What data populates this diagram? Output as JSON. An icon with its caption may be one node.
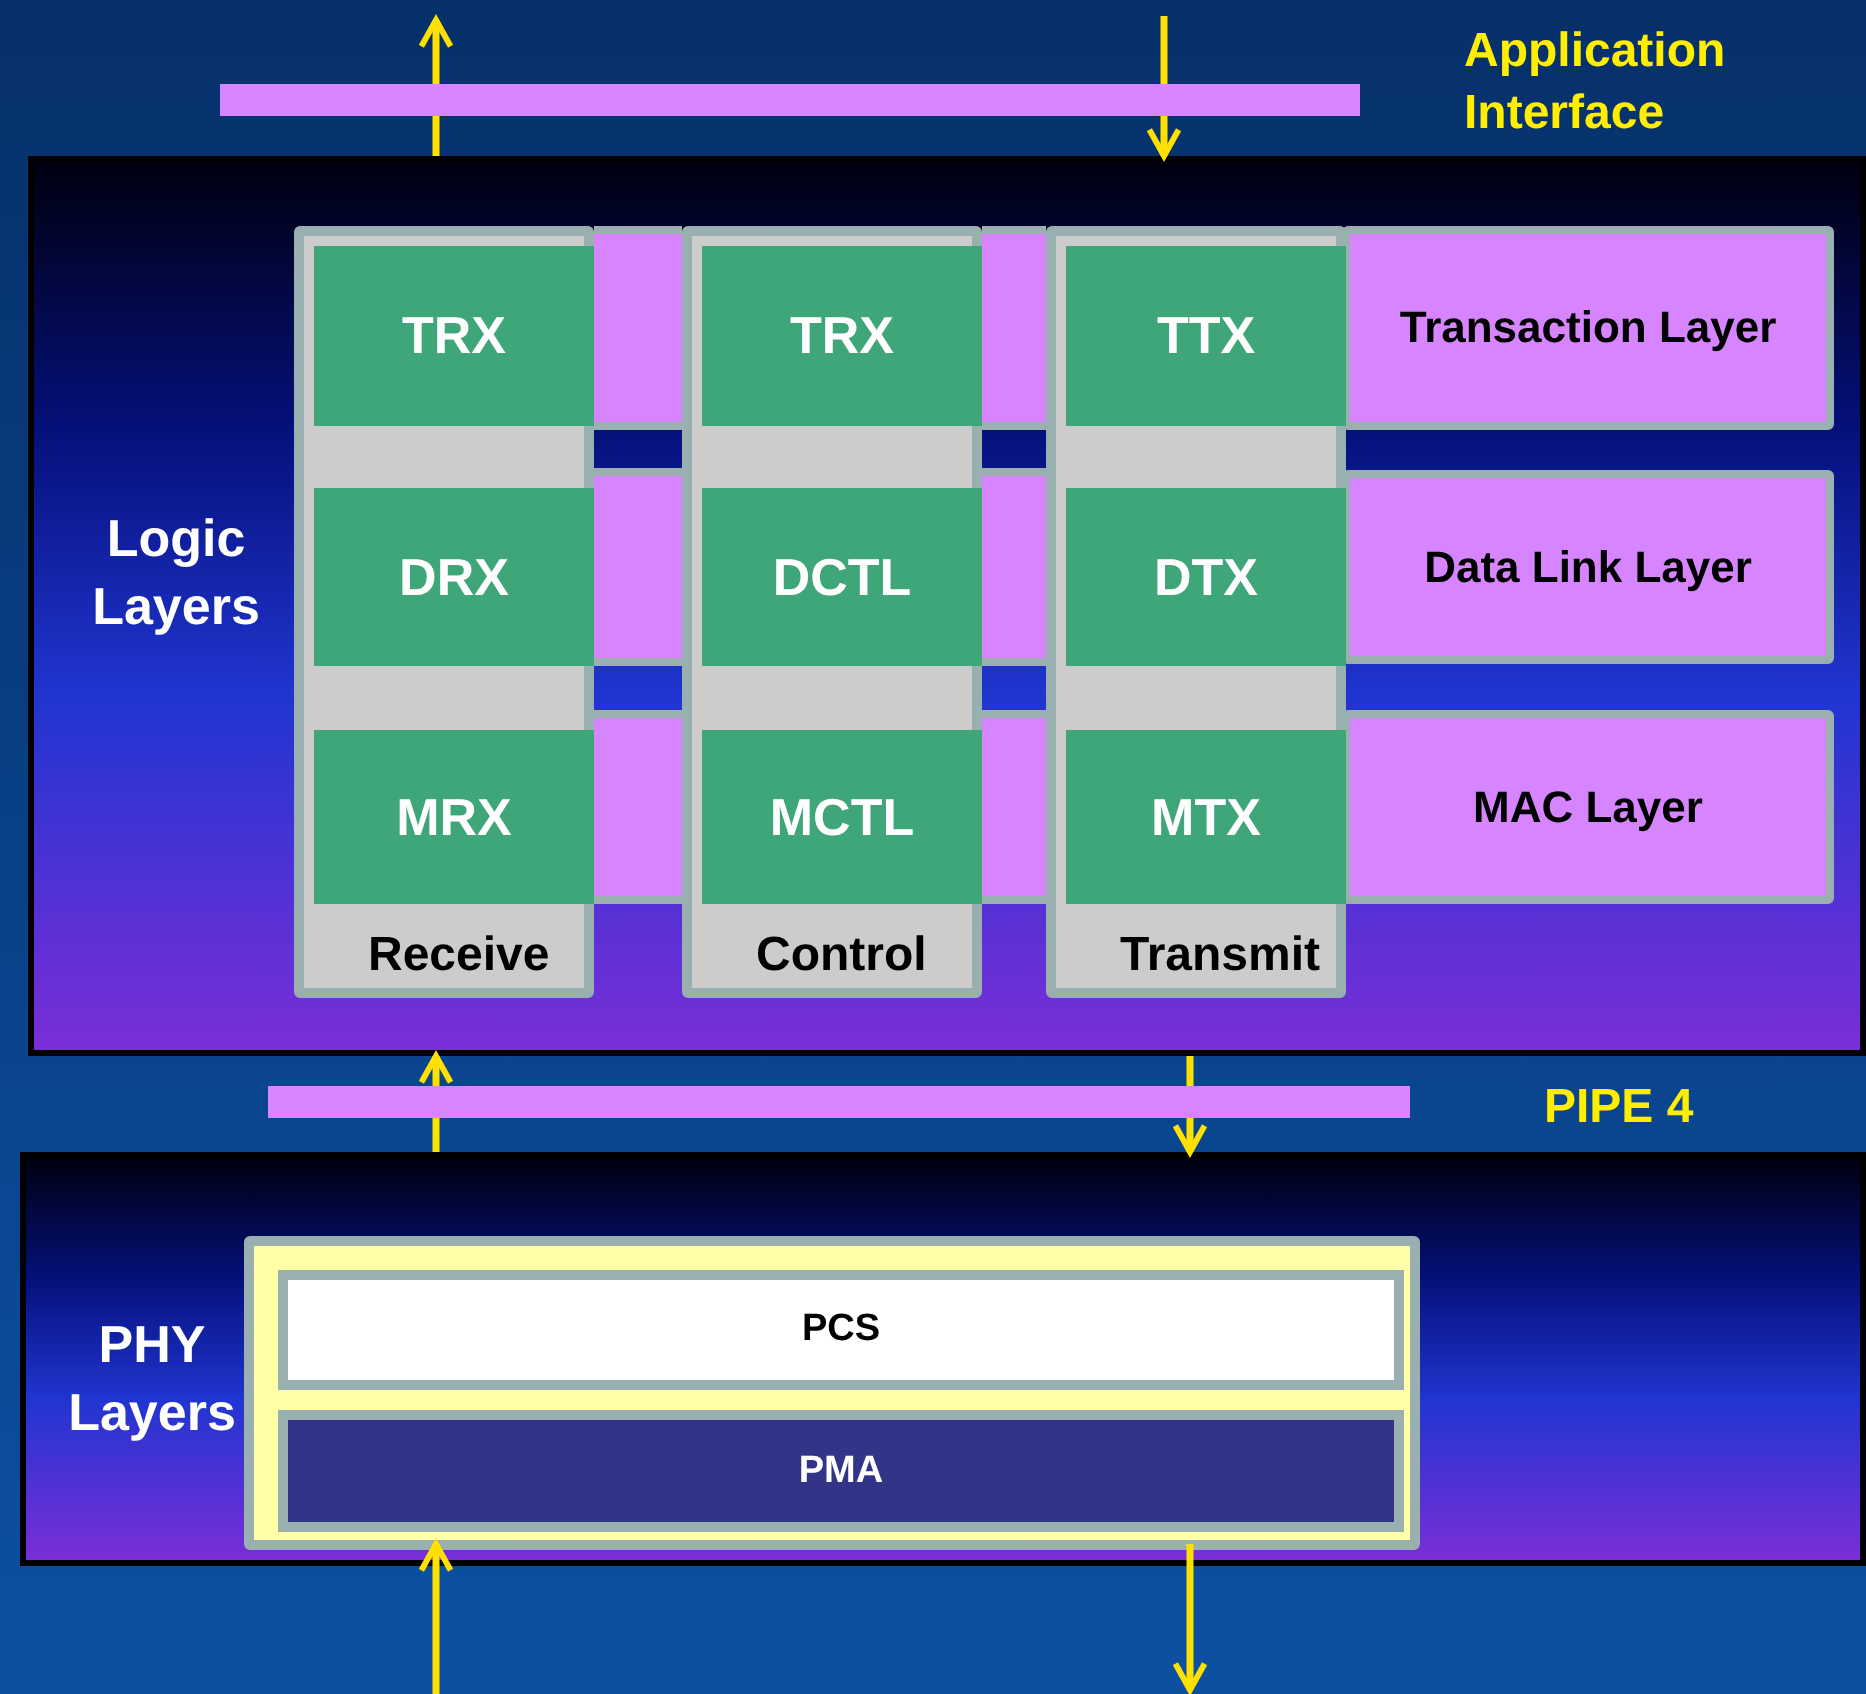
{
  "diagram": {
    "nodes": [
      {
        "text": [
          "Logic Layers"
        ]
      },
      {
        "text": [
          "Receive"
        ],
        "in": 0
      },
      {
        "text": [
          "TRX"
        ],
        "in": 1
      },
      {
        "text": [
          "DRX"
        ],
        "in": 1
      },
      {
        "text": [
          "MRX"
        ],
        "in": 1
      },
      {
        "text": [
          "Control"
        ],
        "in": 0
      },
      {
        "text": [
          "TRX"
        ],
        "in": 5
      },
      {
        "text": [
          "DCTL"
        ],
        "in": 5
      },
      {
        "text": [
          "MCTL"
        ],
        "in": 5
      },
      {
        "text": [
          "Transmit"
        ],
        "in": 0
      },
      {
        "text": [
          "TTX"
        ],
        "in": 9
      },
      {
        "text": [
          "DTX"
        ],
        "in": 9
      },
      {
        "text": [
          "MTX"
        ],
        "in": 9
      },
      {
        "text": [
          "Transaction Layer"
        ],
        "in": 0
      },
      {
        "text": [
          "Data Link Layer"
        ],
        "in": 0
      },
      {
        "text": [
          "MAC Layer"
        ],
        "in": 0
      },
      {
        "text": [],
        "shape": "bar",
        "beside": [
          "Application Interface"
        ]
      },
      {
        "text": [],
        "shape": "bar",
        "beside": [
          "PIPE 4"
        ]
      },
      {
        "text": [
          "PHY Layers"
        ]
      },
      {
        "text": [],
        "shape": "box",
        "in": 18
      },
      {
        "text": [
          "PCS"
        ],
        "in": 19
      },
      {
        "text": [
          "PMA"
        ],
        "in": 19
      },
      {
        "text": [],
        "shape": "bar",
        "in": 0
      },
      {
        "text": [],
        "shape": "bar",
        "in": 0
      },
      {
        "text": [],
        "shape": "bar",
        "in": 0
      },
      {
        "text": [],
        "shape": "bar",
        "in": 0
      },
      {
        "text": [],
        "shape": "bar",
        "in": 0
      },
      {
        "text": [],
        "shape": "bar",
        "in": 0
      }
    ],
    "edges": [
      {
        "from": 0,
        "to": 16,
        "arrow": "none"
      },
      {
        "from": 16,
        "to": null,
        "arrow": "to"
      },
      {
        "from": null,
        "to": 16,
        "arrow": "none"
      },
      {
        "from": 16,
        "to": 0,
        "arrow": "to"
      },
      {
        "from": 18,
        "to": 17,
        "arrow": "none"
      },
      {
        "from": 17,
        "to": 0,
        "arrow": "to"
      },
      {
        "from": 0,
        "to": 17,
        "arrow": "none"
      },
      {
        "from": 17,
        "to": 18,
        "arrow": "to"
      },
      {
        "from": null,
        "to": 19,
        "arrow": "to"
      },
      {
        "from": 19,
        "to": null,
        "arrow": "to"
      }
    ]
  }
}
